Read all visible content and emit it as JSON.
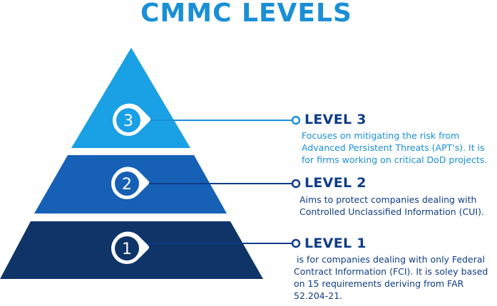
{
  "title": "CMMC LEVELS",
  "levels": [
    {
      "number": "3",
      "heading": "LEVEL 3",
      "description_lines": [
        "Focuses on mitigating the risk from",
        "Advanced Persistent Threats (APT's). It is",
        "for firms working on critical DoD projects."
      ],
      "color": "#1aa0e4",
      "text_color": "#1a8fd6"
    },
    {
      "number": "2",
      "heading": "LEVEL 2",
      "description_lines": [
        "Aims to protect companies dealing with",
        "Controlled Unclassified Information (CUI)."
      ],
      "color": "#1660b6",
      "text_color": "#0f3d86"
    },
    {
      "number": "1",
      "heading": "LEVEL 1",
      "description_lines": [
        " is for companies dealing with only Federal",
        "Contract Information (FCI). It is soley based",
        "on 15 requirements deriving from FAR",
        "52.204-21."
      ],
      "color": "#0e3468",
      "text_color": "#0f3d86"
    }
  ],
  "colors": {
    "title": "#1a8fd6",
    "heading": "#0f3d86",
    "badge_fill": "#ffffff"
  },
  "icons": [
    "circle-marker-icon",
    "badge-pin-icon"
  ]
}
